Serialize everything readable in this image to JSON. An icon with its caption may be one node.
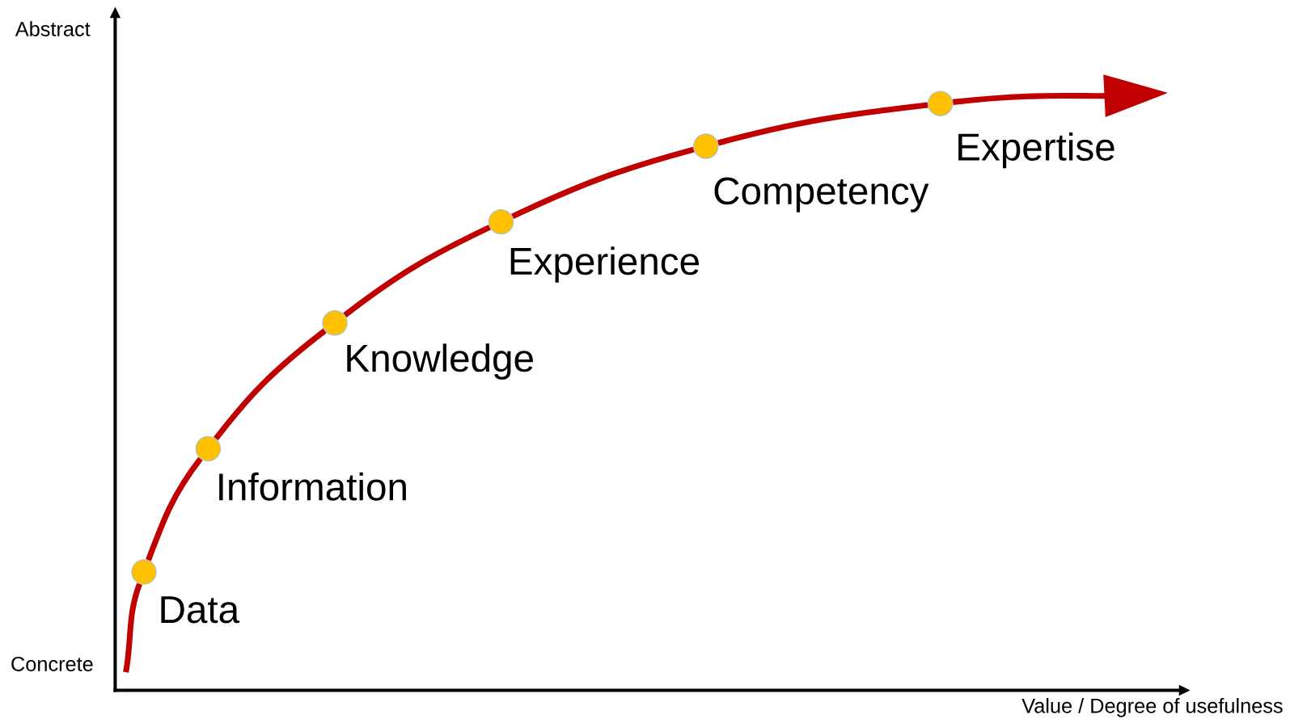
{
  "diagram": {
    "nodes": [
      {
        "text": [],
        "shape": "circle",
        "beside": [
          "Data"
        ]
      },
      {
        "text": [],
        "shape": "circle",
        "beside": [
          "Information"
        ]
      },
      {
        "text": [],
        "shape": "circle",
        "beside": [
          "Knowledge"
        ]
      },
      {
        "text": [],
        "shape": "circle",
        "beside": [
          "Experience"
        ]
      },
      {
        "text": [],
        "shape": "circle",
        "beside": [
          "Competency"
        ]
      },
      {
        "text": [],
        "shape": "circle",
        "beside": [
          "Expertise"
        ]
      }
    ],
    "edges": [
      {
        "from": null,
        "to": 0,
        "arrow": "none"
      },
      {
        "from": 0,
        "to": 1,
        "arrow": "none"
      },
      {
        "from": 1,
        "to": 2,
        "arrow": "none"
      },
      {
        "from": 2,
        "to": 3,
        "arrow": "none"
      },
      {
        "from": 3,
        "to": 4,
        "arrow": "none"
      },
      {
        "from": 4,
        "to": 5,
        "arrow": "none"
      },
      {
        "from": 5,
        "to": null,
        "arrow": "to"
      }
    ],
    "labels": [
      "Abstract",
      "Concrete",
      "Value / Degree of usefulness"
    ]
  }
}
